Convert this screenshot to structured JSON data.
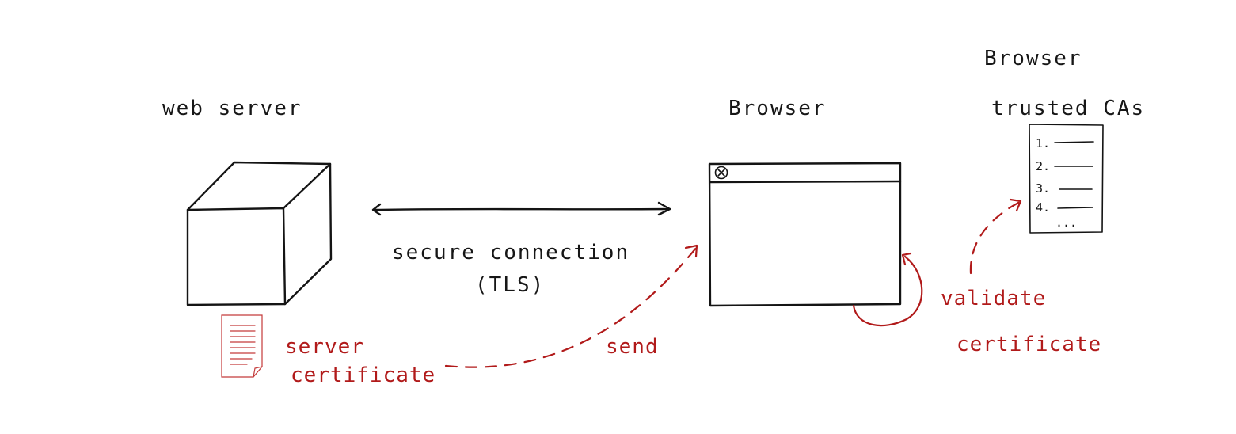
{
  "web_server": {
    "label": "web server"
  },
  "connection": {
    "label": "secure connection",
    "protocol": "(TLS)"
  },
  "browser": {
    "label": "Browser"
  },
  "trust_store": {
    "label_line1": "Browser",
    "label_line2": "trusted CAs",
    "items": [
      "1.",
      "2.",
      "3.",
      "4."
    ],
    "more": "..."
  },
  "certificate": {
    "label_line1": "server",
    "label_line2": "certificate"
  },
  "send": {
    "label": "send"
  },
  "validate": {
    "label_line1": "validate",
    "label_line2": "certificate"
  },
  "colors": {
    "ink": "#141414",
    "accent_red": "#b11a1a"
  },
  "icons": {
    "server": "cube-icon",
    "browser_close": "close-icon",
    "certificate": "document-icon"
  }
}
